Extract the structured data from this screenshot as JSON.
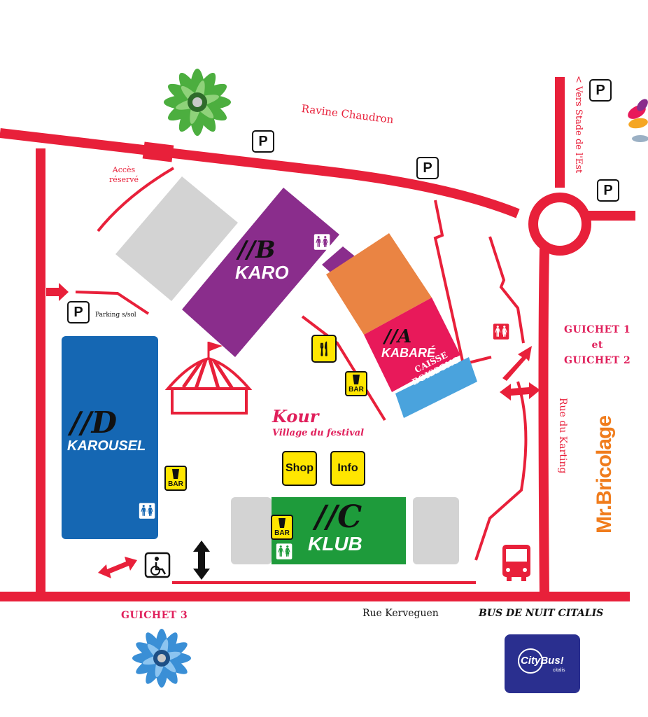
{
  "streets": {
    "ravine": "Ravine Chaudron",
    "acces": "Accès réservé",
    "vers_stade": "< Vers Stade de l'Est",
    "rue_karting": "Rue du Karting",
    "rue_kerveguen": "Rue Kerveguen",
    "parking_sol": "Parking s/sol"
  },
  "guichets": {
    "g12_line1": "GUICHET 1",
    "g12_line2": "et",
    "g12_line3": "GUICHET 2",
    "g3": "GUICHET 3"
  },
  "venues": {
    "b": {
      "code": "//B",
      "name": "KARO",
      "color": "#8a2d8c"
    },
    "a": {
      "code": "//A",
      "name": "KABARÉ",
      "color": "#e8195a"
    },
    "d": {
      "code": "//D",
      "name": "KAROUSEL",
      "color": "#1567b3"
    },
    "c": {
      "code": "//C",
      "name": "KLUB",
      "color": "#1e9b3b"
    }
  },
  "orange_block_color": "#ea8443",
  "caisse": {
    "line1": "CAISSE",
    "line2": "BOISSONS",
    "color": "#4aa3dd"
  },
  "kour": {
    "title": "Kour",
    "subtitle": "Village du festival"
  },
  "badges": {
    "parking": "P",
    "bar": "BAR",
    "shop": "Shop",
    "info": "Info"
  },
  "brand": {
    "bricolage": "Mr.Bricolage",
    "bus_de_nuit": "BUS DE NUIT CITALIS",
    "citybus": "CityBus!",
    "citalis": "citalis"
  },
  "icons": {
    "flower_green": "green-flower-icon",
    "flower_blue": "blue-flower-icon",
    "tent": "circus-tent-icon",
    "bus": "bus-icon",
    "wheelchair": "wheelchair-icon",
    "toilets": "toilets-icon",
    "fork_knife": "fork-knife-icon"
  },
  "colors": {
    "road": "#e8203a",
    "grey_block": "#d3d3d3",
    "badge_yellow": "#ffe600",
    "citybus_blue": "#2a2f8f",
    "bricolage_orange": "#f07c1c"
  }
}
